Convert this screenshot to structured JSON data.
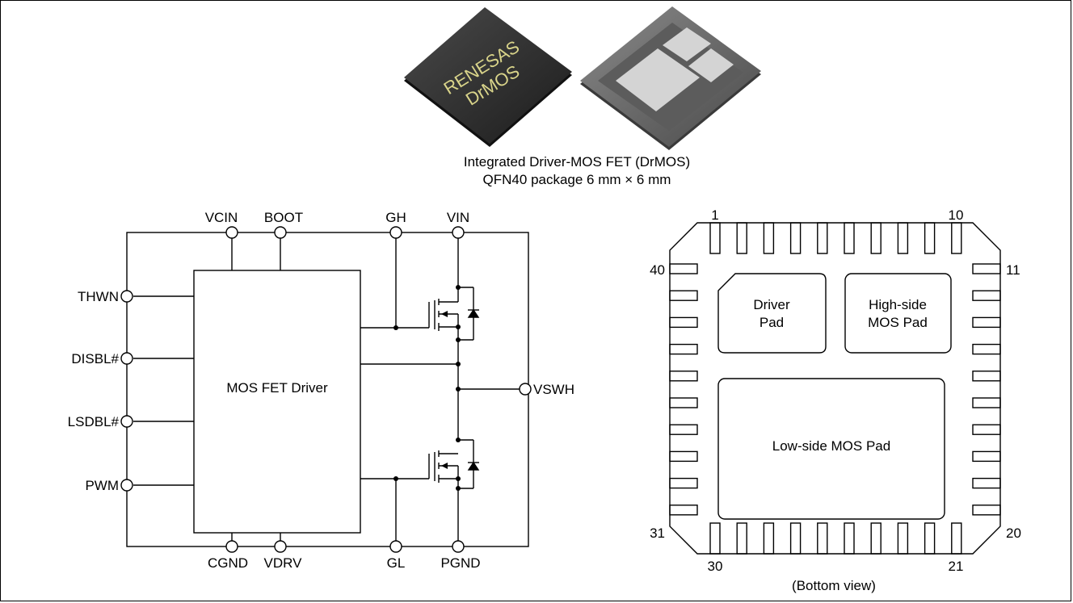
{
  "brand": {
    "line1": "RENESAS",
    "line2": "DrMOS"
  },
  "caption": {
    "line1": "Integrated Driver-MOS FET (DrMOS)",
    "line2": "QFN40 package 6 mm × 6 mm"
  },
  "schematic": {
    "block_label": "MOS FET Driver",
    "top_pins": [
      "VCIN",
      "BOOT",
      "GH",
      "VIN"
    ],
    "bottom_pins": [
      "CGND",
      "VDRV",
      "GL",
      "PGND"
    ],
    "left_pins": [
      "THWN",
      "DISBL#",
      "LSDBL#",
      "PWM"
    ],
    "right_pin": "VSWH"
  },
  "package": {
    "pin_labels": {
      "p1": "1",
      "p10": "10",
      "p11": "11",
      "p20": "20",
      "p21": "21",
      "p30": "30",
      "p31": "31",
      "p40": "40"
    },
    "driver_pad": {
      "line1": "Driver",
      "line2": "Pad"
    },
    "high_side_pad": {
      "line1": "High-side",
      "line2": "MOS Pad"
    },
    "low_side_pad": "Low-side MOS Pad",
    "view_label": "(Bottom view)"
  },
  "colors": {
    "chip_body": "#2b2b2b",
    "chip_text": "#d9d48a",
    "pad_gray": "#d0d0d0",
    "line": "#000000"
  }
}
